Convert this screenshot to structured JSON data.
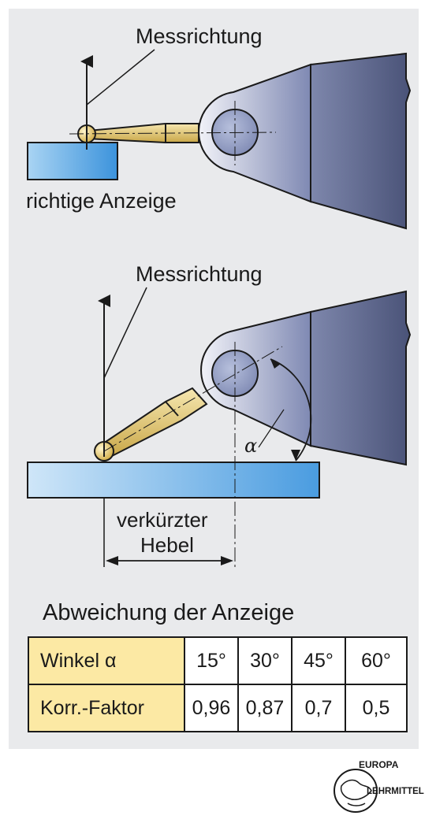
{
  "diagram_top": {
    "label_direction": "Messrichtung",
    "label_caption": "richtige Anzeige"
  },
  "diagram_bottom": {
    "label_direction": "Messrichtung",
    "label_angle": "α",
    "label_lever_line1": "verkürzter",
    "label_lever_line2": "Hebel"
  },
  "table": {
    "title": "Abweichung der Anzeige",
    "rows": [
      {
        "label": "Winkel α",
        "values": [
          "15°",
          "30°",
          "45°",
          "60°"
        ]
      },
      {
        "label": "Korr.-Faktor",
        "values": [
          "0,96",
          "0,87",
          "0,7",
          "0,5"
        ]
      }
    ]
  },
  "logo": {
    "text_top": "EUROPA",
    "text_side": "LEHRMITTEL"
  },
  "colors": {
    "panel": "#e9eaec",
    "workpiece": "#6fb3ea",
    "lever": "#d9bd63",
    "body": "#9aa3c4",
    "table_header": "#fce9a4"
  }
}
